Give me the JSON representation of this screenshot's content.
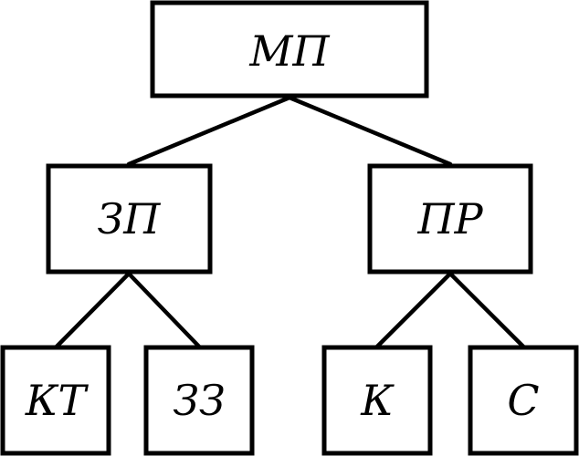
{
  "diagram": {
    "nodes": {
      "root": "МП",
      "left": "ЗП",
      "right": "ПР",
      "left_a": "КТ",
      "left_b": "ЗЗ",
      "right_a": "К",
      "right_b": "С"
    }
  },
  "colors": {
    "stroke": "#000000",
    "background": "#ffffff"
  }
}
